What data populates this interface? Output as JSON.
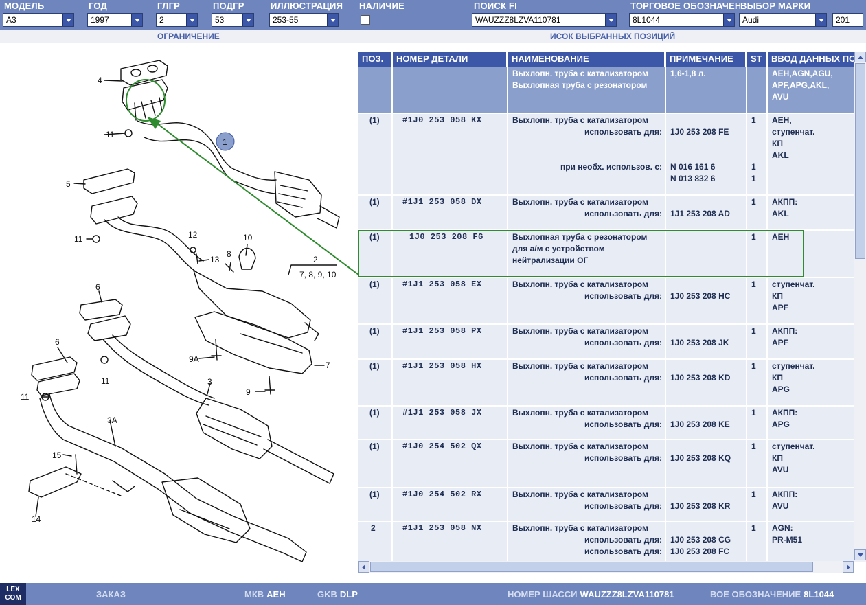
{
  "filters": {
    "model": {
      "label": "МОДЕЛЬ",
      "value": "A3"
    },
    "year": {
      "label": "ГОД",
      "value": "1997"
    },
    "main_group": {
      "label": "ГЛГР",
      "value": "2"
    },
    "sub_group": {
      "label": "ПОДГР",
      "value": "53"
    },
    "illustration": {
      "label": "ИЛЛЮСТРАЦИЯ",
      "value": "253-55"
    },
    "availability": {
      "label": "НАЛИЧИЕ"
    },
    "search_fi": {
      "label": "ПОИСК FI",
      "value": "WAUZZZ8LZVA110781"
    },
    "trade_designation": {
      "label": "ТОРГОВОЕ ОБОЗНАЧЕНИЕ",
      "value": "8L1044"
    },
    "brand": {
      "label": "ВЫБОР МАРКИ",
      "value": "Audi"
    },
    "extra": {
      "value": "201"
    }
  },
  "sections": {
    "left": "ОГРАНИЧЕНИЕ",
    "right": "ИСОК ВЫБРАННЫХ ПОЗИЦИЙ"
  },
  "columns": [
    "ПОЗ.",
    "НОМЕР ДЕТАЛИ",
    "НАИМЕНОВАНИЕ",
    "ПРИМЕЧАНИЕ",
    "ST",
    "ВВОД ДАННЫХ ПО"
  ],
  "rows": [
    {
      "pos": "",
      "part": "",
      "name": [
        "Выхлопн. труба с катализатором",
        "Выхлопная труба с резонатором"
      ],
      "note": [
        "1,6-1,8 л."
      ],
      "st": [],
      "input": [
        "AEH,AGN,AGU,",
        "APF,APG,AKL,",
        "AVU"
      ]
    },
    {
      "pos": "(1)",
      "part": "#1J0 253 058 KX",
      "name": [
        "Выхлопн. труба с катализатором",
        "использовать для:",
        "",
        "",
        "при необх. использов. с:"
      ],
      "note": [
        "",
        "1J0 253 208 FE",
        "",
        "",
        "N   016 161 6",
        "N   013 832 6"
      ],
      "st": [
        "1",
        "",
        "",
        "",
        "1",
        "1"
      ],
      "input": [
        "AEH,",
        "ступенчат.",
        "КП",
        "AKL"
      ]
    },
    {
      "pos": "(1)",
      "part": "#1J1 253 058 DX",
      "name": [
        "Выхлопн. труба с катализатором",
        "использовать для:"
      ],
      "note": [
        "",
        "1J1 253 208 AD"
      ],
      "st": [
        "1"
      ],
      "input": [
        "АКПП:",
        "AKL"
      ]
    },
    {
      "pos": "(1)",
      "part": "1J0 253 208 FG",
      "name": [
        "Выхлопная труба с резонатором",
        "для а/м с устройством",
        "нейтрализации ОГ"
      ],
      "note": [],
      "st": [
        "1"
      ],
      "input": [
        "AEH"
      ]
    },
    {
      "pos": "(1)",
      "part": "#1J1 253 058 EX",
      "name": [
        "Выхлопн. труба с катализатором",
        "использовать для:"
      ],
      "note": [
        "",
        "1J0 253 208 HC"
      ],
      "st": [
        "1"
      ],
      "input": [
        "ступенчат.",
        "КП",
        "APF"
      ]
    },
    {
      "pos": "(1)",
      "part": "#1J1 253 058 PX",
      "name": [
        "Выхлопн. труба с катализатором",
        "использовать для:"
      ],
      "note": [
        "",
        "1J0 253 208 JK"
      ],
      "st": [
        "1"
      ],
      "input": [
        "АКПП:",
        "APF"
      ]
    },
    {
      "pos": "(1)",
      "part": "#1J1 253 058 HX",
      "name": [
        "Выхлопн. труба с катализатором",
        "использовать для:"
      ],
      "note": [
        "",
        "1J0 253 208 KD"
      ],
      "st": [
        "1"
      ],
      "input": [
        "ступенчат.",
        "КП",
        "APG"
      ]
    },
    {
      "pos": "(1)",
      "part": "#1J1 253 058 JX",
      "name": [
        "Выхлопн. труба с катализатором",
        "использовать для:"
      ],
      "note": [
        "",
        "1J0 253 208 KE"
      ],
      "st": [
        "1"
      ],
      "input": [
        "АКПП:",
        "APG"
      ]
    },
    {
      "pos": "(1)",
      "part": "#1J0 254 502 QX",
      "name": [
        "Выхлопн. труба с катализатором",
        "использовать для:"
      ],
      "note": [
        "",
        "1J0 253 208 KQ"
      ],
      "st": [
        "1"
      ],
      "input": [
        "ступенчат.",
        "КП",
        "AVU"
      ]
    },
    {
      "pos": "(1)",
      "part": "#1J0 254 502 RX",
      "name": [
        "Выхлопн. труба с катализатором",
        "использовать для:"
      ],
      "note": [
        "",
        "1J0 253 208 KR"
      ],
      "st": [
        "1"
      ],
      "input": [
        "АКПП:",
        "AVU"
      ]
    },
    {
      "pos": "2",
      "part": "#1J1 253 058 NX",
      "name": [
        "Выхлопн. труба с катализатором",
        "использовать для:",
        "использовать для:"
      ],
      "note": [
        "",
        "1J0 253 208 CG",
        "1J0 253 208 FC"
      ],
      "st": [
        "1"
      ],
      "input": [
        "AGN:",
        "PR-M51"
      ]
    }
  ],
  "callouts": [
    "4",
    "11",
    "1",
    "5",
    "11",
    "12",
    "13",
    "8",
    "10",
    "2",
    "7, 8, 9, 10",
    "6",
    "9A",
    "7",
    "11",
    "6",
    "3",
    "9",
    "11",
    "3A",
    "15",
    "14"
  ],
  "status": {
    "logo": [
      "LEX",
      "COM"
    ],
    "order": "ЗАКАЗ",
    "mkb_label": "МКВ",
    "mkb_value": "AEH",
    "gkb_label": "GKB",
    "gkb_value": "DLP",
    "chassis_label": "НОМЕР ШАССИ",
    "chassis_value": "WAUZZZ8LZVA110781",
    "designation_label": "ВОЕ ОБОЗНАЧЕНИЕ",
    "designation_value": "8L1044"
  },
  "colors": {
    "header": "#3c56a8",
    "bar": "#6e86bd",
    "cell": "#e8ecf4",
    "highlight": "#2e8b2e"
  }
}
